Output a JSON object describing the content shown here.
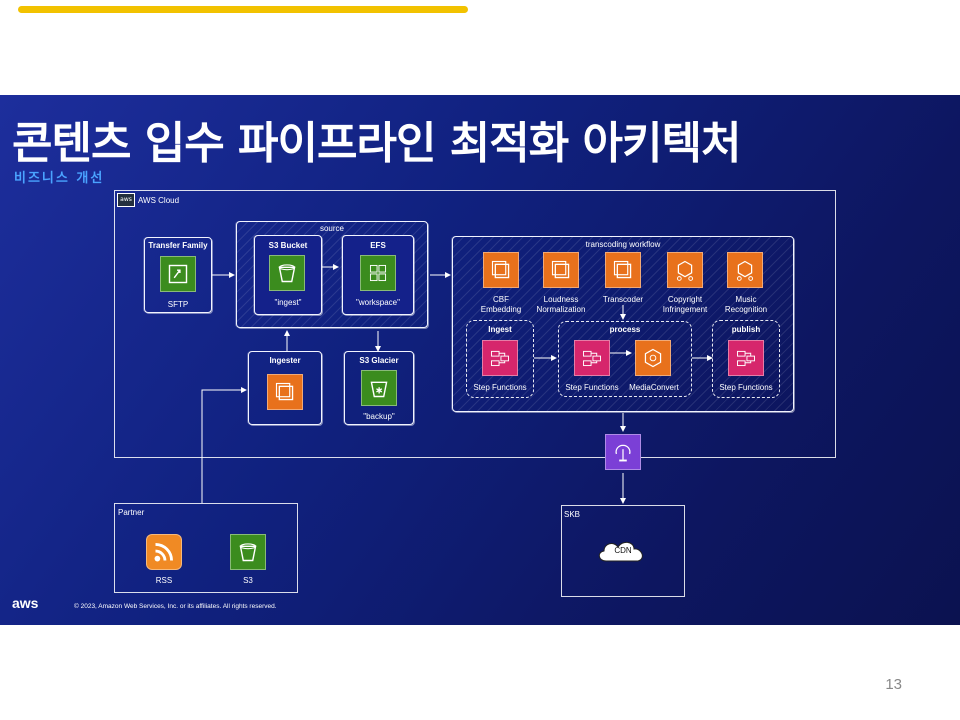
{
  "slide": {
    "title": "콘텐츠 입수 파이프라인 최적화 아키텍처",
    "subtitle": "비즈니스 개선",
    "copyright": "© 2023, Amazon Web Services, Inc. or its affiliates. All rights reserved.",
    "logo": "aws",
    "page_number": "13"
  },
  "diagram": {
    "aws_cloud": {
      "badge": "aws",
      "label": "AWS Cloud"
    },
    "transfer_family": {
      "title": "Transfer Family",
      "label": "SFTP"
    },
    "source": {
      "label": "source",
      "s3_bucket": {
        "title": "S3 Bucket",
        "label": "\"ingest\""
      },
      "efs": {
        "title": "EFS",
        "label": "\"workspace\""
      }
    },
    "ingester": {
      "title": "Ingester"
    },
    "s3_glacier": {
      "title": "S3 Glacier",
      "label": "\"backup\""
    },
    "transcoding": {
      "label": "transcoding workflow",
      "top_items": [
        {
          "label_line1": "CBF",
          "label_line2": "Embedding"
        },
        {
          "label_line1": "Loudness",
          "label_line2": "Normalization"
        },
        {
          "label_line1": "Transcoder",
          "label_line2": ""
        },
        {
          "label_line1": "Copyright",
          "label_line2": "Infringement"
        },
        {
          "label_line1": "Music",
          "label_line2": "Recognition"
        }
      ],
      "ingest": {
        "title": "Ingest",
        "label": "Step Functions"
      },
      "process": {
        "title": "process",
        "step_label": "Step Functions",
        "mc_label": "MediaConvert"
      },
      "publish": {
        "title": "publish",
        "label": "Step Functions"
      }
    },
    "partner": {
      "title": "Partner",
      "rss": "RSS",
      "s3": "S3"
    },
    "skb": {
      "title": "SKB",
      "cdn": "CDN"
    }
  }
}
